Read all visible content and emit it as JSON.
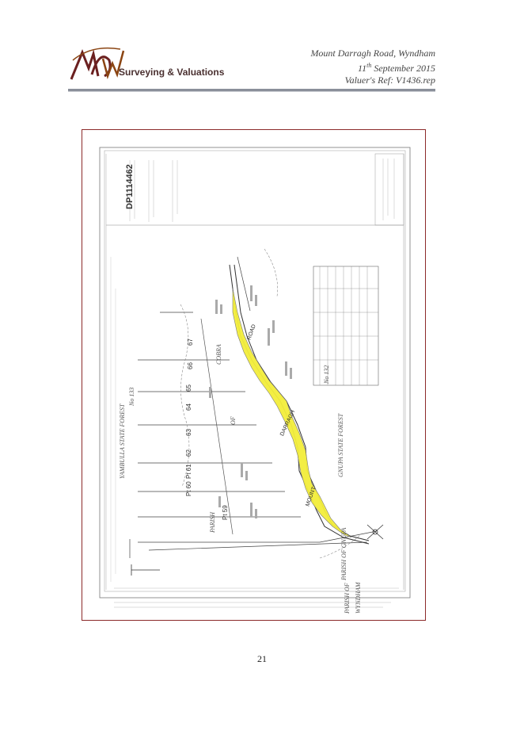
{
  "header": {
    "company": "Surveying & Valuations",
    "address": "Mount Darragh Road, Wyndham",
    "date_day": "11",
    "date_suffix": "th",
    "date_rest": " September 2015",
    "ref": "Valuer's Ref: V1436.rep"
  },
  "plan": {
    "number": "DP1114462",
    "forests": {
      "yambulla": "YAMBULLA  STATE  FOREST",
      "yambulla_no": "No 133",
      "gnupa": "GNUPA  STATE  FOREST",
      "gnupa_no": "No 132"
    },
    "parishes": {
      "parish_left": "PARISH",
      "of_left": "OF",
      "cobra": "COBRA",
      "parish_gnupa": "PARISH   OF   GNUPA",
      "parish_wyndham": "PARISH OF",
      "wyndham": "WYNDHAM"
    },
    "road_words": [
      "MOUNT",
      "DARRAGH",
      "ROAD"
    ],
    "portions": [
      "Pt 59",
      "Pt 60",
      "Pt 61",
      "62",
      "63",
      "64",
      "65",
      "66",
      "67"
    ]
  },
  "footer": {
    "page_number": "21"
  },
  "colors": {
    "road_highlight": "#f3ee3a",
    "frame_border": "#8c2a2a",
    "rule": "#8a8f9a"
  }
}
